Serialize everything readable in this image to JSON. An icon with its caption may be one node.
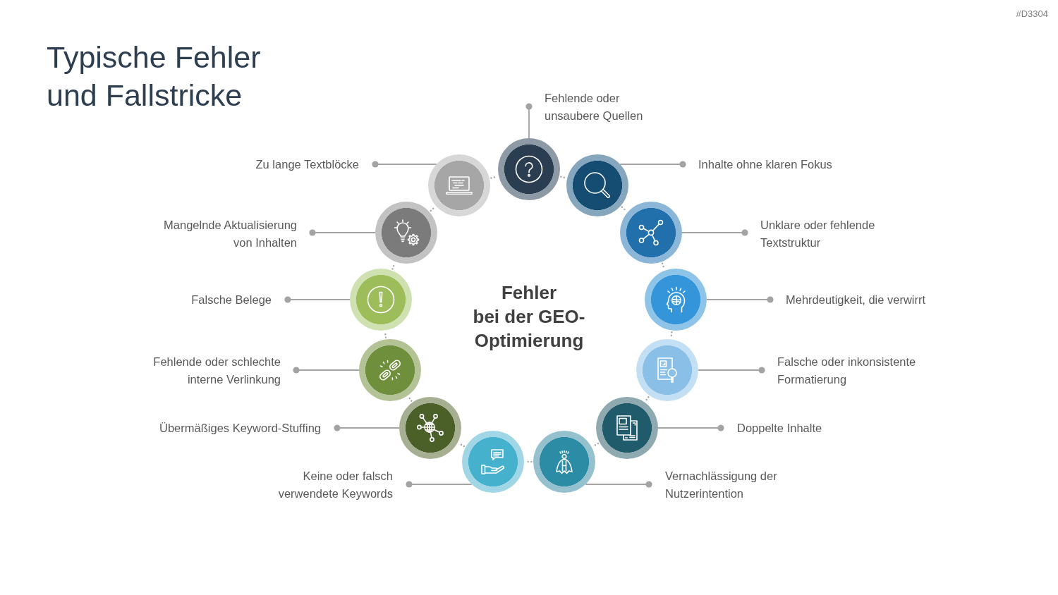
{
  "diagram": {
    "title": "Typische Fehler und Fallstricke",
    "nodes": [
      {
        "text": [
          "Fehlende oder unsaubere Quellen"
        ]
      },
      {
        "text": [],
        "shape": "circle"
      },
      {
        "text": [
          "Inhalte ohne klaren Fokus"
        ]
      },
      {
        "text": [],
        "shape": "circle"
      },
      {
        "text": [
          "Unklare oder fehlende Textstruktur"
        ]
      },
      {
        "text": [],
        "shape": "circle"
      },
      {
        "text": [
          "Mehrdeutigkeit, die verwirrt"
        ]
      },
      {
        "text": [],
        "shape": "circle"
      },
      {
        "text": [
          "Falsche oder inkonsistente Formatierung"
        ]
      },
      {
        "text": [],
        "shape": "circle"
      },
      {
        "text": [
          "Doppelte Inhalte"
        ]
      },
      {
        "text": [],
        "shape": "circle"
      },
      {
        "text": [
          "Vernachlässigung der Nutzerintention"
        ]
      },
      {
        "text": [],
        "shape": "circle"
      },
      {
        "text": [
          "Keine oder falsch verwendete Keywords"
        ]
      },
      {
        "text": [],
        "shape": "circle"
      },
      {
        "text": [
          "Übermäßiges Keyword-Stuffing"
        ]
      },
      {
        "text": [],
        "shape": "circle"
      },
      {
        "text": [
          "Fehlende oder schlechte interne Verlinkung"
        ]
      },
      {
        "text": [],
        "shape": "circle"
      },
      {
        "text": [
          "Falsche Belege"
        ]
      },
      {
        "text": [],
        "shape": "circle"
      },
      {
        "text": [
          "Mangelnde Aktualisierung von Inhalten"
        ]
      },
      {
        "text": [],
        "shape": "circle"
      },
      {
        "text": [
          "Zu lange Textblöcke"
        ]
      },
      {
        "text": [],
        "shape": "circle"
      }
    ],
    "edges": [
      {
        "from": 0,
        "to": 1,
        "arrow": "other"
      },
      {
        "from": 2,
        "to": 3,
        "arrow": "other"
      },
      {
        "from": 4,
        "to": 5,
        "arrow": "other"
      },
      {
        "from": 6,
        "to": 7,
        "arrow": "other"
      },
      {
        "from": 8,
        "to": 9,
        "arrow": "other"
      },
      {
        "from": 10,
        "to": 11,
        "arrow": "other"
      },
      {
        "from": 12,
        "to": 13,
        "arrow": "other"
      },
      {
        "from": 14,
        "to": 15,
        "arrow": "other"
      },
      {
        "from": 16,
        "to": 17,
        "arrow": "other"
      },
      {
        "from": 18,
        "to": 19,
        "arrow": "other"
      },
      {
        "from": 20,
        "to": 21,
        "arrow": "other"
      },
      {
        "from": 22,
        "to": 23,
        "arrow": "other"
      },
      {
        "from": 24,
        "to": 25,
        "arrow": "other"
      },
      {
        "from": 1,
        "to": 3,
        "arrow": "none",
        "style": "dashed"
      },
      {
        "from": 3,
        "to": 5,
        "arrow": "none",
        "style": "dashed"
      },
      {
        "from": 5,
        "to": 7,
        "arrow": "none",
        "style": "dashed"
      },
      {
        "from": 7,
        "to": 9,
        "arrow": "none",
        "style": "dashed"
      },
      {
        "from": 9,
        "to": 11,
        "arrow": "none",
        "style": "dashed"
      },
      {
        "from": 11,
        "to": 13,
        "arrow": "none",
        "style": "dashed"
      },
      {
        "from": 13,
        "to": 15,
        "arrow": "none",
        "style": "dashed"
      },
      {
        "from": 15,
        "to": 17,
        "arrow": "none",
        "style": "dashed"
      },
      {
        "from": 17,
        "to": 19,
        "arrow": "none",
        "style": "dashed"
      },
      {
        "from": 19,
        "to": 21,
        "arrow": "none",
        "style": "dashed"
      },
      {
        "from": 21,
        "to": 23,
        "arrow": "none",
        "style": "dashed"
      },
      {
        "from": 23,
        "to": 25,
        "arrow": "none",
        "style": "dashed"
      },
      {
        "from": 25,
        "to": 1,
        "arrow": "none",
        "style": "dashed"
      }
    ],
    "labels": [
      "#D3304",
      "Fehler",
      "bei der GEO-Optimierung"
    ]
  }
}
